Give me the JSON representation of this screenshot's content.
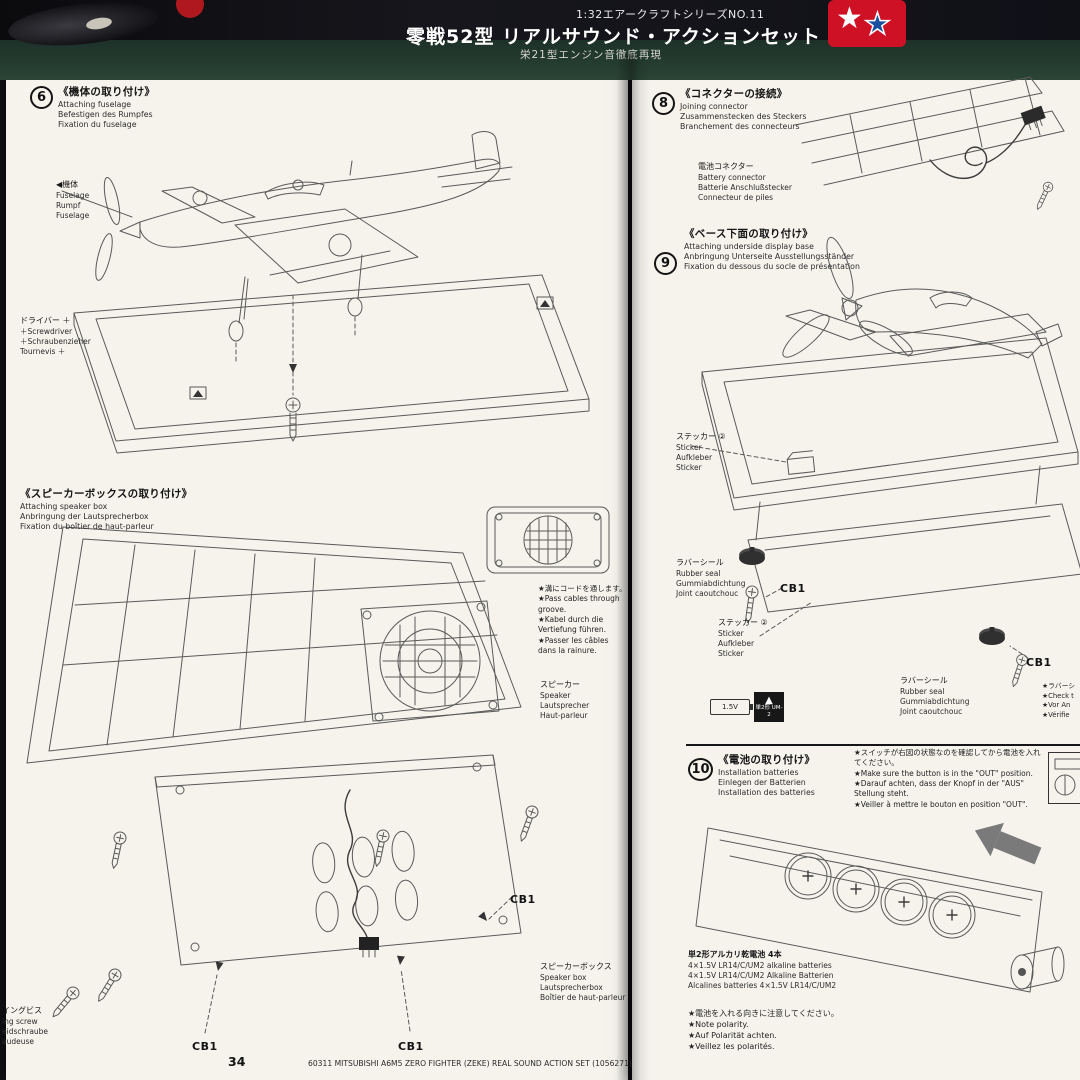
{
  "colors": {
    "paper": "#f5f3ec",
    "ink": "#2e2e2e",
    "background": "#121216",
    "box_green": "#2a4436",
    "brand_red": "#cf1126",
    "brand_blue": "#1a4fa0"
  },
  "box_top": {
    "series_line": "1:32エアークラフトシリーズNO.11",
    "title_line": "零戦52型 リアルサウンド・アクションセット",
    "subtitle_fragment": "栄21型エンジン音徹底再現"
  },
  "left_page": {
    "step6": {
      "number": "6",
      "title_jp": "《機体の取り付け》",
      "title_en": "Attaching fuselage",
      "title_de": "Befestigen des Rumpfes",
      "title_fr": "Fixation du fuselage",
      "fuselage": [
        "◀機体",
        "Fuselage",
        "Rumpf",
        "Fuselage"
      ],
      "screwdriver": [
        "ドライバー ＋",
        "＋Screwdriver",
        "＋Schraubenzieher",
        "Tournevis ＋"
      ]
    },
    "speaker_section": {
      "title_jp": "《スピーカーボックスの取り付け》",
      "title_en": "Attaching speaker box",
      "title_de": "Anbringung der Lautsprecherbox",
      "title_fr": "Fixation du boîtier de haut-parleur",
      "cable_notes": [
        "★溝にコードを通します。",
        "★Pass cables through groove.",
        "★Kabel durch die Vertiefung führen.",
        "★Passer les câbles dans la rainure."
      ],
      "speaker": [
        "スピーカー",
        "Speaker",
        "Lautsprecher",
        "Haut-parleur"
      ],
      "speaker_box": [
        "スピーカーボックス",
        "Speaker box",
        "Lautsprecherbox",
        "Boîtier de haut-parleur"
      ],
      "tapping_screw": [
        "イングビス",
        "ing screw",
        "eidschraube",
        "audeuse"
      ],
      "cb1_a": "CB1",
      "cb1_b": "CB1",
      "cb1_c": "CB1"
    },
    "footer": {
      "page_number": "34",
      "colophon": "60311   MITSUBISHI A6M5 ZERO FIGHTER (ZEKE) REAL SOUND ACTION SET (1056271)"
    }
  },
  "right_page": {
    "step8": {
      "number": "8",
      "title_jp": "《コネクターの接続》",
      "title_en": "Joining connector",
      "title_de": "Zusammenstecken des Steckers",
      "title_fr": "Branchement des connecteurs",
      "battery_connector": [
        "電池コネクター",
        "Battery connector",
        "Batterie Anschlußstecker",
        "Connecteur de piles"
      ]
    },
    "step9": {
      "number": "9",
      "title_jp": "《ベース下面の取り付け》",
      "title_en": "Attaching underside display base",
      "title_de": "Anbringung Unterseite Ausstellungsständer",
      "title_fr": "Fixation du dessous du socle de présentation",
      "sticker_a": [
        "ステッカー ②",
        "Sticker",
        "Aufkleber",
        "Sticker"
      ],
      "rubber_seal_a": [
        "ラバーシール",
        "Rubber seal",
        "Gummiabdichtung",
        "Joint caoutchouc"
      ],
      "cb1_a": "CB1",
      "sticker_b": [
        "ステッカー ②",
        "Sticker",
        "Aufkleber",
        "Sticker"
      ],
      "cb1_b": "CB1",
      "rubber_seal_b": [
        "ラバーシール",
        "Rubber seal",
        "Gummiabdichtung",
        "Joint caoutchouc"
      ],
      "battery_symbol": "1.5V",
      "battery_type_mark": "単2形 UM-2",
      "edge_notes": [
        "★ラバーシ",
        "★Check t",
        "★Vor An",
        "★Vérifie"
      ]
    },
    "step10": {
      "number": "10",
      "title_jp": "《電池の取り付け》",
      "title_en": "Installation batteries",
      "title_de": "Einlegen der Batterien",
      "title_fr": "Installation des batteries",
      "switch_notes": [
        "★スイッチが右図の状態なのを確認してから電池を入れてください。",
        "★Make sure the button is in the \"OUT\" position.",
        "★Darauf achten, dass der Knopf in der \"AUS\" Stellung steht.",
        "★Veiller à mettre le bouton en position \"OUT\"."
      ],
      "battery_spec": [
        "単2形アルカリ乾電池 4本",
        "4×1.5V LR14/C/UM2 alkaline batteries",
        "4×1.5V LR14/C/UM2 Alkaline Batterien",
        "Alcalines batteries 4×1.5V LR14/C/UM2"
      ],
      "polarity_notes": [
        "★電池を入れる向きに注意してください。",
        "★Note polarity.",
        "★Auf Polarität achten.",
        "★Veillez les polarités."
      ]
    }
  }
}
